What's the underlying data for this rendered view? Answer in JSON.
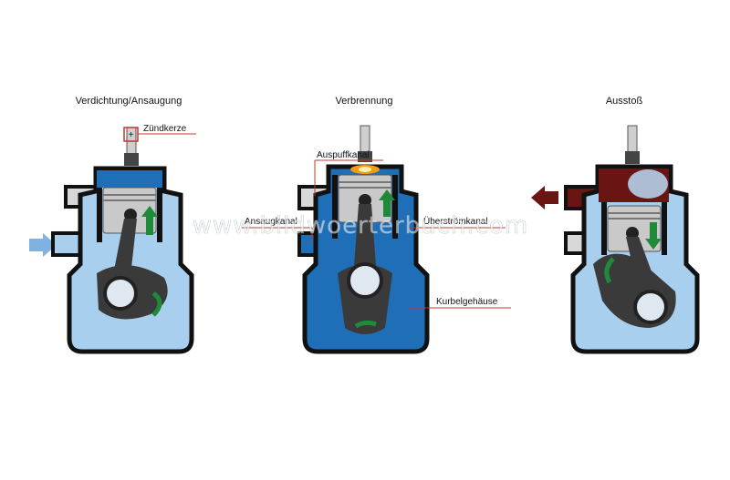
{
  "stages": [
    {
      "id": "stage1",
      "title": "Verdichtung/Ansaugung"
    },
    {
      "id": "stage2",
      "title": "Verbrennung"
    },
    {
      "id": "stage3",
      "title": "Ausstoß"
    }
  ],
  "labels": {
    "spark_plug": "Zündkerze",
    "exhaust_port": "Auspuffkanal",
    "intake_port": "Ansaugkanal",
    "transfer_port": "Überströmkanal",
    "crankcase": "Kurbelgehäuse",
    "spark_symbol": "+"
  },
  "watermark": "www.bildwoerterbuch.com",
  "colors": {
    "outline": "#111111",
    "fresh_mixture": "#a9cfee",
    "compressed_mixture": "#1e6fb7",
    "exhaust_gas": "#6b1414",
    "piston": "#c9c9c9",
    "rod": "#3a3a3a",
    "rotation_arrow": "#1f8a3a",
    "leader_line": "#c0392b",
    "intake_arrow": "#7fb2df"
  }
}
